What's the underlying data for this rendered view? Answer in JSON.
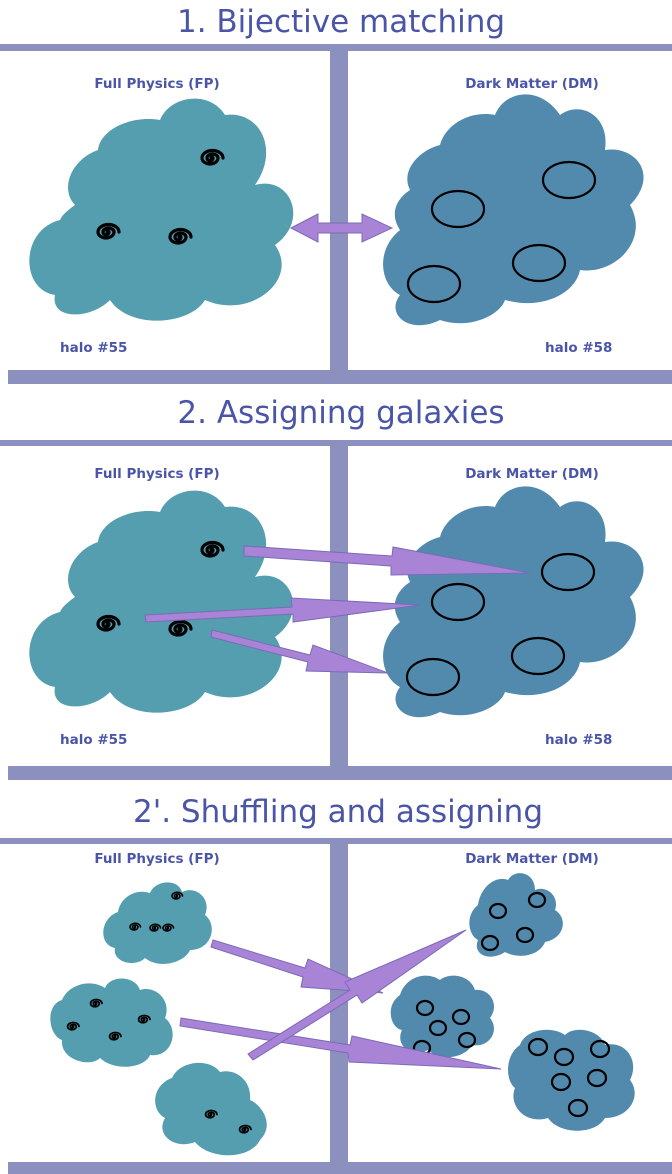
{
  "panels": [
    {
      "title": "1. Bijective matching",
      "left_label": "Full Physics (FP)",
      "right_label": "Dark Matter (DM)",
      "left_halo": "halo #55",
      "right_halo": "halo #58"
    },
    {
      "title": "2. Assigning  galaxies",
      "left_label": "Full Physics (FP)",
      "right_label": "Dark Matter (DM)",
      "left_halo": "halo #55",
      "right_halo": "halo #58"
    },
    {
      "title": "2'. Shuffling and assigning",
      "left_label": "Full Physics (FP)",
      "right_label": "Dark Matter (DM)"
    }
  ],
  "colors": {
    "title": "#4a55a8",
    "divider": "#8b90bf",
    "fp_halo": "#559eaf",
    "dm_halo": "#518aad",
    "arrow": "#a883d6"
  },
  "icons": {
    "galaxy": "spiral-galaxy-icon",
    "subhalo": "ellipse-subhalo-icon"
  }
}
